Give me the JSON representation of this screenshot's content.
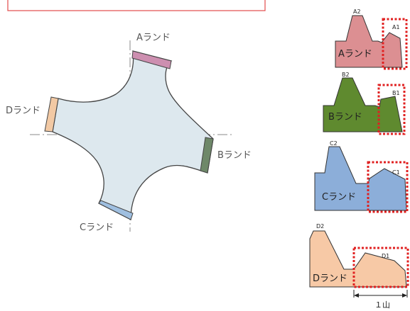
{
  "main_view": {
    "lands": {
      "A": {
        "label": "Aランド",
        "color": "#cd8fb0"
      },
      "B": {
        "label": "Bランド",
        "color": "#6e8869"
      },
      "C": {
        "label": "Cランド",
        "color": "#9fbfe0"
      },
      "D": {
        "label": "Dランド",
        "color": "#f2c9a4"
      }
    },
    "body_color": "#dde8ee"
  },
  "profiles": [
    {
      "id": "A",
      "peak_label": "A2",
      "land_label": "A1",
      "name": "Aランド",
      "color": "#dc8f92"
    },
    {
      "id": "B",
      "peak_label": "B2",
      "land_label": "B1",
      "name": "Bランド",
      "color": "#5f8a2f"
    },
    {
      "id": "C",
      "peak_label": "C2",
      "land_label": "C1",
      "name": "Cランド",
      "color": "#8caed9"
    },
    {
      "id": "D",
      "peak_label": "D2",
      "land_label": "D1",
      "name": "Dランド",
      "color": "#f7c9a6"
    }
  ],
  "pitch_label": "１山",
  "highlight_color": "#e02020"
}
